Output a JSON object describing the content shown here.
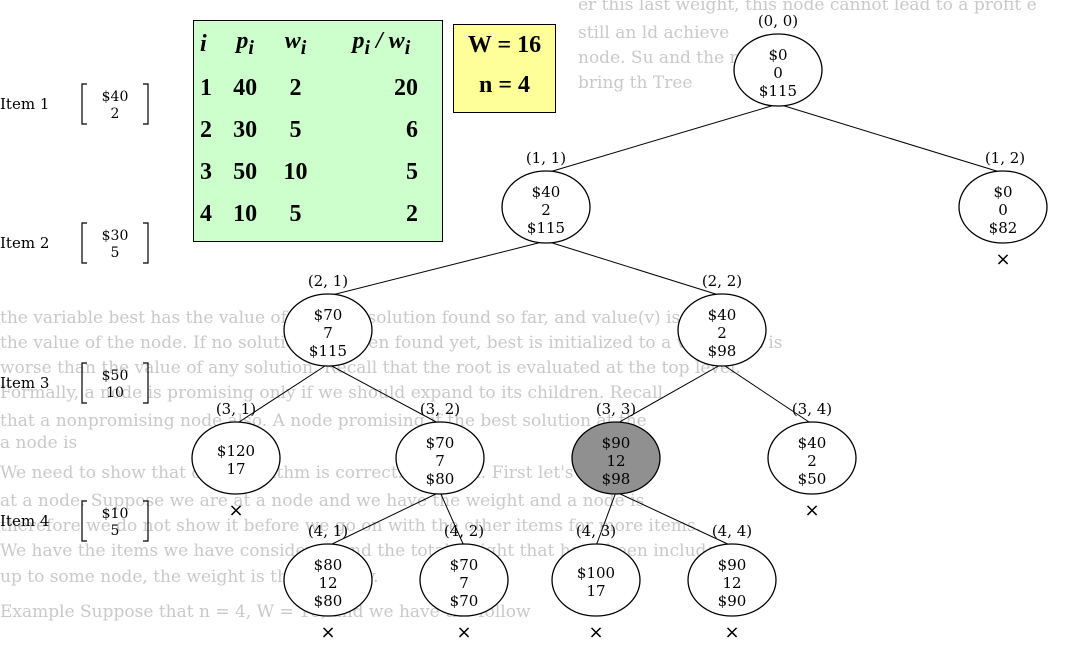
{
  "background_text": [
    "er this last weight, this node cannot lead to a profit e",
    "still an                                      ld achieve",
    "node. Su                                      and the node at l",
    "bring th                                    Tree",
    "the variable best has the value of the best solution found so far, and value(v) is",
    "the value of the node. If no solution has been found yet, best is initialized to a value that is",
    "worse than the value of any solution. Recall that the root is evaluated at the top level.",
    "Formally, a node is promising only if we should expand to its children. Recall",
    "that a nonpromising node also. A node promising if the best solution at the",
    "a node is",
    "We need to show that our algorithm is correct. Problem. First let's look",
    "at a node. Suppose we are at a node and we have the weight and a node is",
    "therefore we do not show it before we go on with the other items for more items.",
    "We have the items we have considered and the total weight that have been included",
    "up to some node, the weight is the capacity.",
    "Example Suppose that n = 4, W = 16, and we have the follow"
  ],
  "table": {
    "headers": [
      "i",
      "p",
      "w",
      "p / w"
    ],
    "header_subscript": "i",
    "rows": [
      [
        "1",
        "40",
        "2",
        "20"
      ],
      [
        "2",
        "30",
        "5",
        "6"
      ],
      [
        "3",
        "50",
        "10",
        "5"
      ],
      [
        "4",
        "10",
        "5",
        "2"
      ]
    ]
  },
  "params": {
    "W": "W = 16",
    "n": "n = 4"
  },
  "items": [
    {
      "label": "Item 1",
      "profit": "$40",
      "weight": "2"
    },
    {
      "label": "Item 2",
      "profit": "$30",
      "weight": "5"
    },
    {
      "label": "Item 3",
      "profit": "$50",
      "weight": "10"
    },
    {
      "label": "Item 4",
      "profit": "$10",
      "weight": "5"
    }
  ],
  "nodes": [
    {
      "id": "n00",
      "label": "(0, 0)",
      "profit": "$0",
      "weight": "0",
      "bound": "$115",
      "highlight": false,
      "pruned": false
    },
    {
      "id": "n11",
      "label": "(1, 1)",
      "profit": "$40",
      "weight": "2",
      "bound": "$115",
      "highlight": false,
      "pruned": false
    },
    {
      "id": "n12",
      "label": "(1, 2)",
      "profit": "$0",
      "weight": "0",
      "bound": "$82",
      "highlight": false,
      "pruned": true
    },
    {
      "id": "n21",
      "label": "(2, 1)",
      "profit": "$70",
      "weight": "7",
      "bound": "$115",
      "highlight": false,
      "pruned": false
    },
    {
      "id": "n22",
      "label": "(2, 2)",
      "profit": "$40",
      "weight": "2",
      "bound": "$98",
      "highlight": false,
      "pruned": false
    },
    {
      "id": "n31",
      "label": "(3, 1)",
      "profit": "$120",
      "weight": "17",
      "bound": "",
      "highlight": false,
      "pruned": true
    },
    {
      "id": "n32",
      "label": "(3, 2)",
      "profit": "$70",
      "weight": "7",
      "bound": "$80",
      "highlight": false,
      "pruned": false
    },
    {
      "id": "n33",
      "label": "(3, 3)",
      "profit": "$90",
      "weight": "12",
      "bound": "$98",
      "highlight": true,
      "pruned": false
    },
    {
      "id": "n34",
      "label": "(3, 4)",
      "profit": "$40",
      "weight": "2",
      "bound": "$50",
      "highlight": false,
      "pruned": true
    },
    {
      "id": "n41",
      "label": "(4, 1)",
      "profit": "$80",
      "weight": "12",
      "bound": "$80",
      "highlight": false,
      "pruned": true
    },
    {
      "id": "n42",
      "label": "(4, 2)",
      "profit": "$70",
      "weight": "7",
      "bound": "$70",
      "highlight": false,
      "pruned": true
    },
    {
      "id": "n43",
      "label": "(4, 3)",
      "profit": "$100",
      "weight": "17",
      "bound": "",
      "highlight": false,
      "pruned": true
    },
    {
      "id": "n44",
      "label": "(4, 4)",
      "profit": "$90",
      "weight": "12",
      "bound": "$90",
      "highlight": false,
      "pruned": true
    }
  ],
  "edges": [
    [
      "n00",
      "n11"
    ],
    [
      "n00",
      "n12"
    ],
    [
      "n11",
      "n21"
    ],
    [
      "n11",
      "n22"
    ],
    [
      "n21",
      "n31"
    ],
    [
      "n21",
      "n32"
    ],
    [
      "n22",
      "n33"
    ],
    [
      "n22",
      "n34"
    ],
    [
      "n32",
      "n41"
    ],
    [
      "n32",
      "n42"
    ],
    [
      "n33",
      "n43"
    ],
    [
      "n33",
      "n44"
    ]
  ],
  "cross_symbol": "×",
  "colors": {
    "table_bg": "#ccffcc",
    "param_bg": "#ffff99",
    "highlight_node": "#909090",
    "ghost_text": "#c9c9c9"
  }
}
